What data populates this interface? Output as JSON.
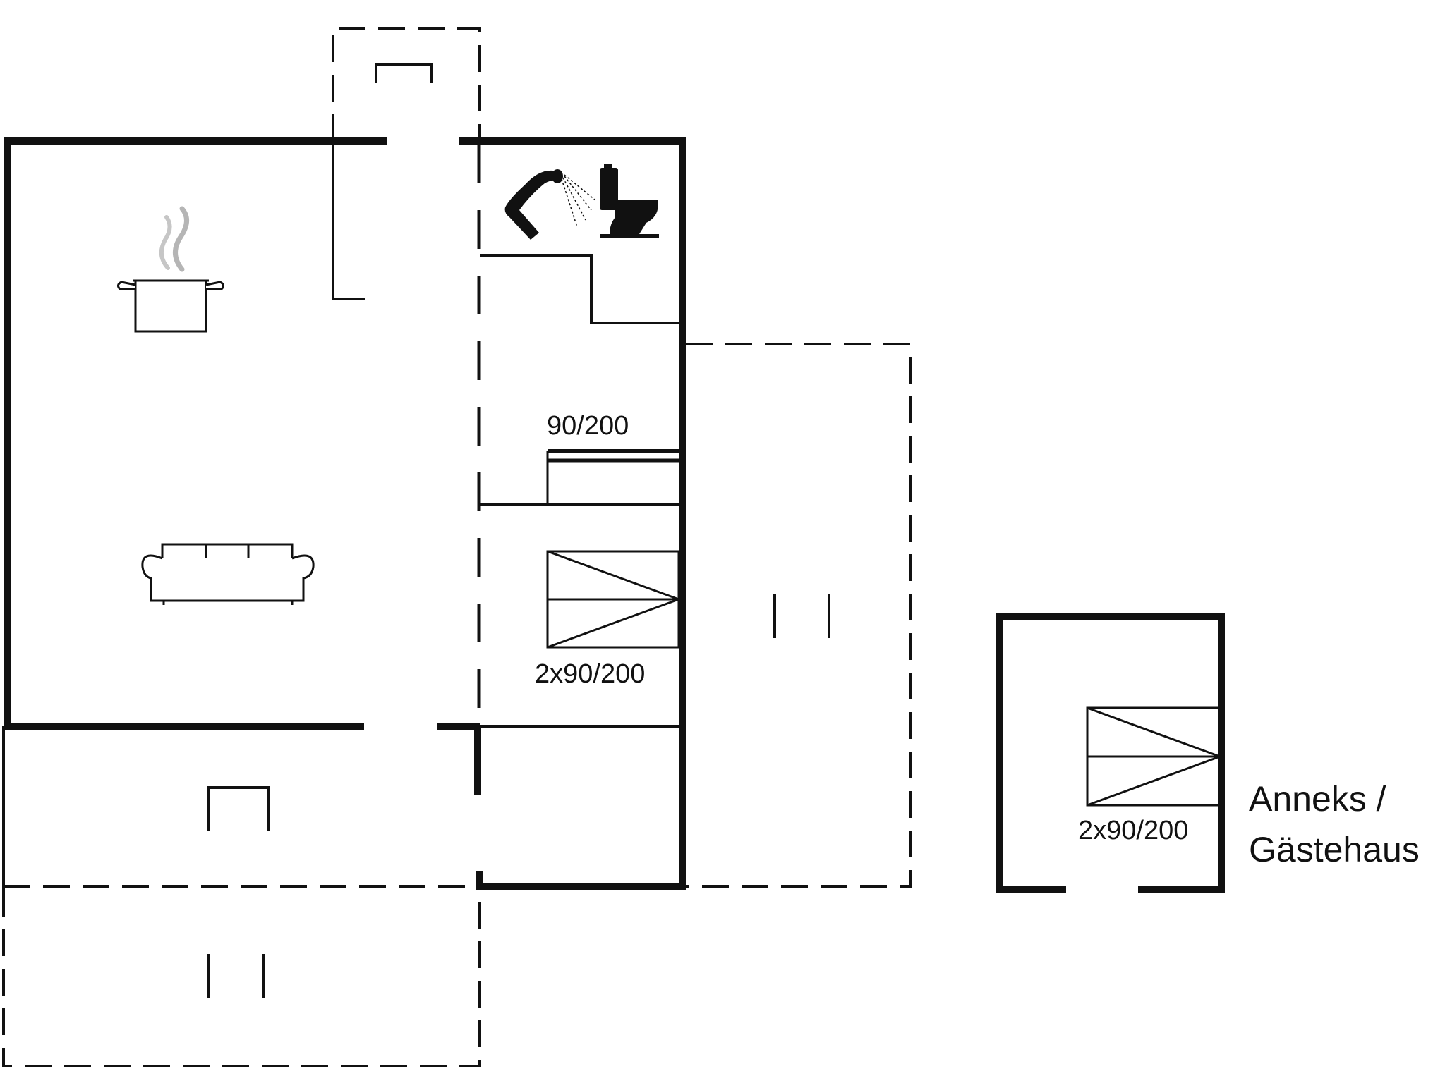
{
  "colors": {
    "wall": "#111111",
    "steam": "#b5b5b5",
    "background": "#ffffff"
  },
  "labels": {
    "single_bed": "90/200",
    "twin_bed_main": "2x90/200",
    "twin_bed_annex": "2x90/200",
    "annex_line1": "Anneks /",
    "annex_line2": "Gästehaus"
  },
  "icons": [
    "shower-icon",
    "toilet-icon",
    "cooking-pot-icon",
    "sofa-icon",
    "bed-icon"
  ]
}
